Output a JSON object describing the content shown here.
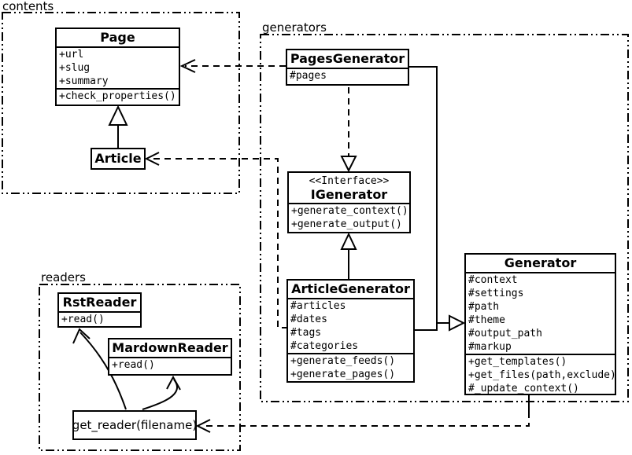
{
  "packages": {
    "contents": {
      "label": "contents"
    },
    "generators": {
      "label": "generators"
    },
    "readers": {
      "label": "readers"
    }
  },
  "classes": {
    "page": {
      "name": "Page",
      "attrs": [
        "+url",
        "+slug",
        "+summary"
      ],
      "methods": [
        "+check_properties()"
      ]
    },
    "article": {
      "name": "Article"
    },
    "pages_generator": {
      "name": "PagesGenerator",
      "attrs": [
        "#pages"
      ]
    },
    "igenerator": {
      "stereotype": "<<Interface>>",
      "name": "IGenerator",
      "methods": [
        "+generate_context()",
        "+generate_output()"
      ]
    },
    "article_generator": {
      "name": "ArticleGenerator",
      "attrs": [
        "#articles",
        "#dates",
        "#tags",
        "#categories"
      ],
      "methods": [
        "+generate_feeds()",
        "+generate_pages()"
      ]
    },
    "generator": {
      "name": "Generator",
      "attrs": [
        "#context",
        "#settings",
        "#path",
        "#theme",
        "#output_path",
        "#markup"
      ],
      "methods": [
        "+get_templates()",
        "+get_files(path,exclude)",
        "#_update_context()"
      ]
    },
    "rst_reader": {
      "name": "RstReader",
      "methods": [
        "+read()"
      ]
    },
    "mardown_reader": {
      "name": "MardownReader",
      "methods": [
        "+read()"
      ]
    },
    "get_reader": {
      "name": "get_reader(filename)"
    }
  },
  "colors": {
    "line": "#000000",
    "background": "#ffffff"
  }
}
